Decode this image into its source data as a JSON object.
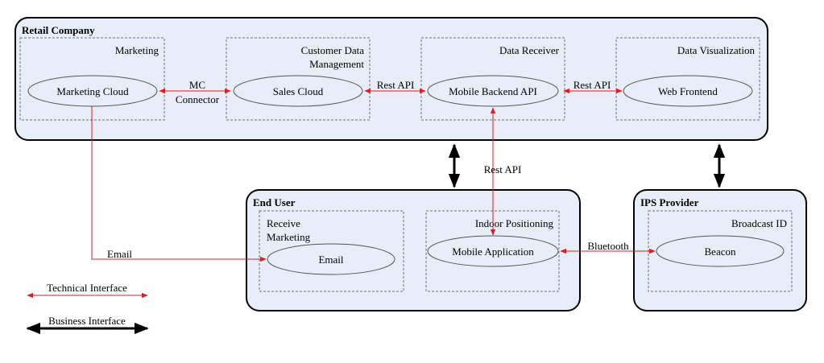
{
  "colors": {
    "group_fill": "#e8eef8",
    "group_stroke": "#000000",
    "technical": "#e31b23",
    "business": "#000000",
    "dashed": "#707070"
  },
  "groups": {
    "retail": "Retail Company",
    "enduser": "End User",
    "ips": "IPS Provider"
  },
  "subgroups": {
    "marketing": "Marketing",
    "cdm_line1": "Customer Data",
    "cdm_line2": "Management",
    "receiver": "Data Receiver",
    "visualization": "Data Visualization",
    "receive_line1": "Receive",
    "receive_line2": "Marketing",
    "indoor": "Indoor Positioning",
    "broadcast": "Broadcast ID"
  },
  "nodes": {
    "marketing_cloud": "Marketing Cloud",
    "sales_cloud": "Sales Cloud",
    "mobile_backend": "Mobile Backend API",
    "web_frontend": "Web Frontend",
    "email": "Email",
    "mobile_app": "Mobile Application",
    "beacon": "Beacon"
  },
  "edges": {
    "mc_connector_line1": "MC",
    "mc_connector_line2": "Connector",
    "rest_api_1": "Rest API",
    "rest_api_2": "Rest API",
    "rest_api_vertical": "Rest API",
    "email": "Email",
    "bluetooth": "Bluetooth"
  },
  "legend": {
    "technical": "Technical Interface",
    "business": "Business Interface"
  }
}
